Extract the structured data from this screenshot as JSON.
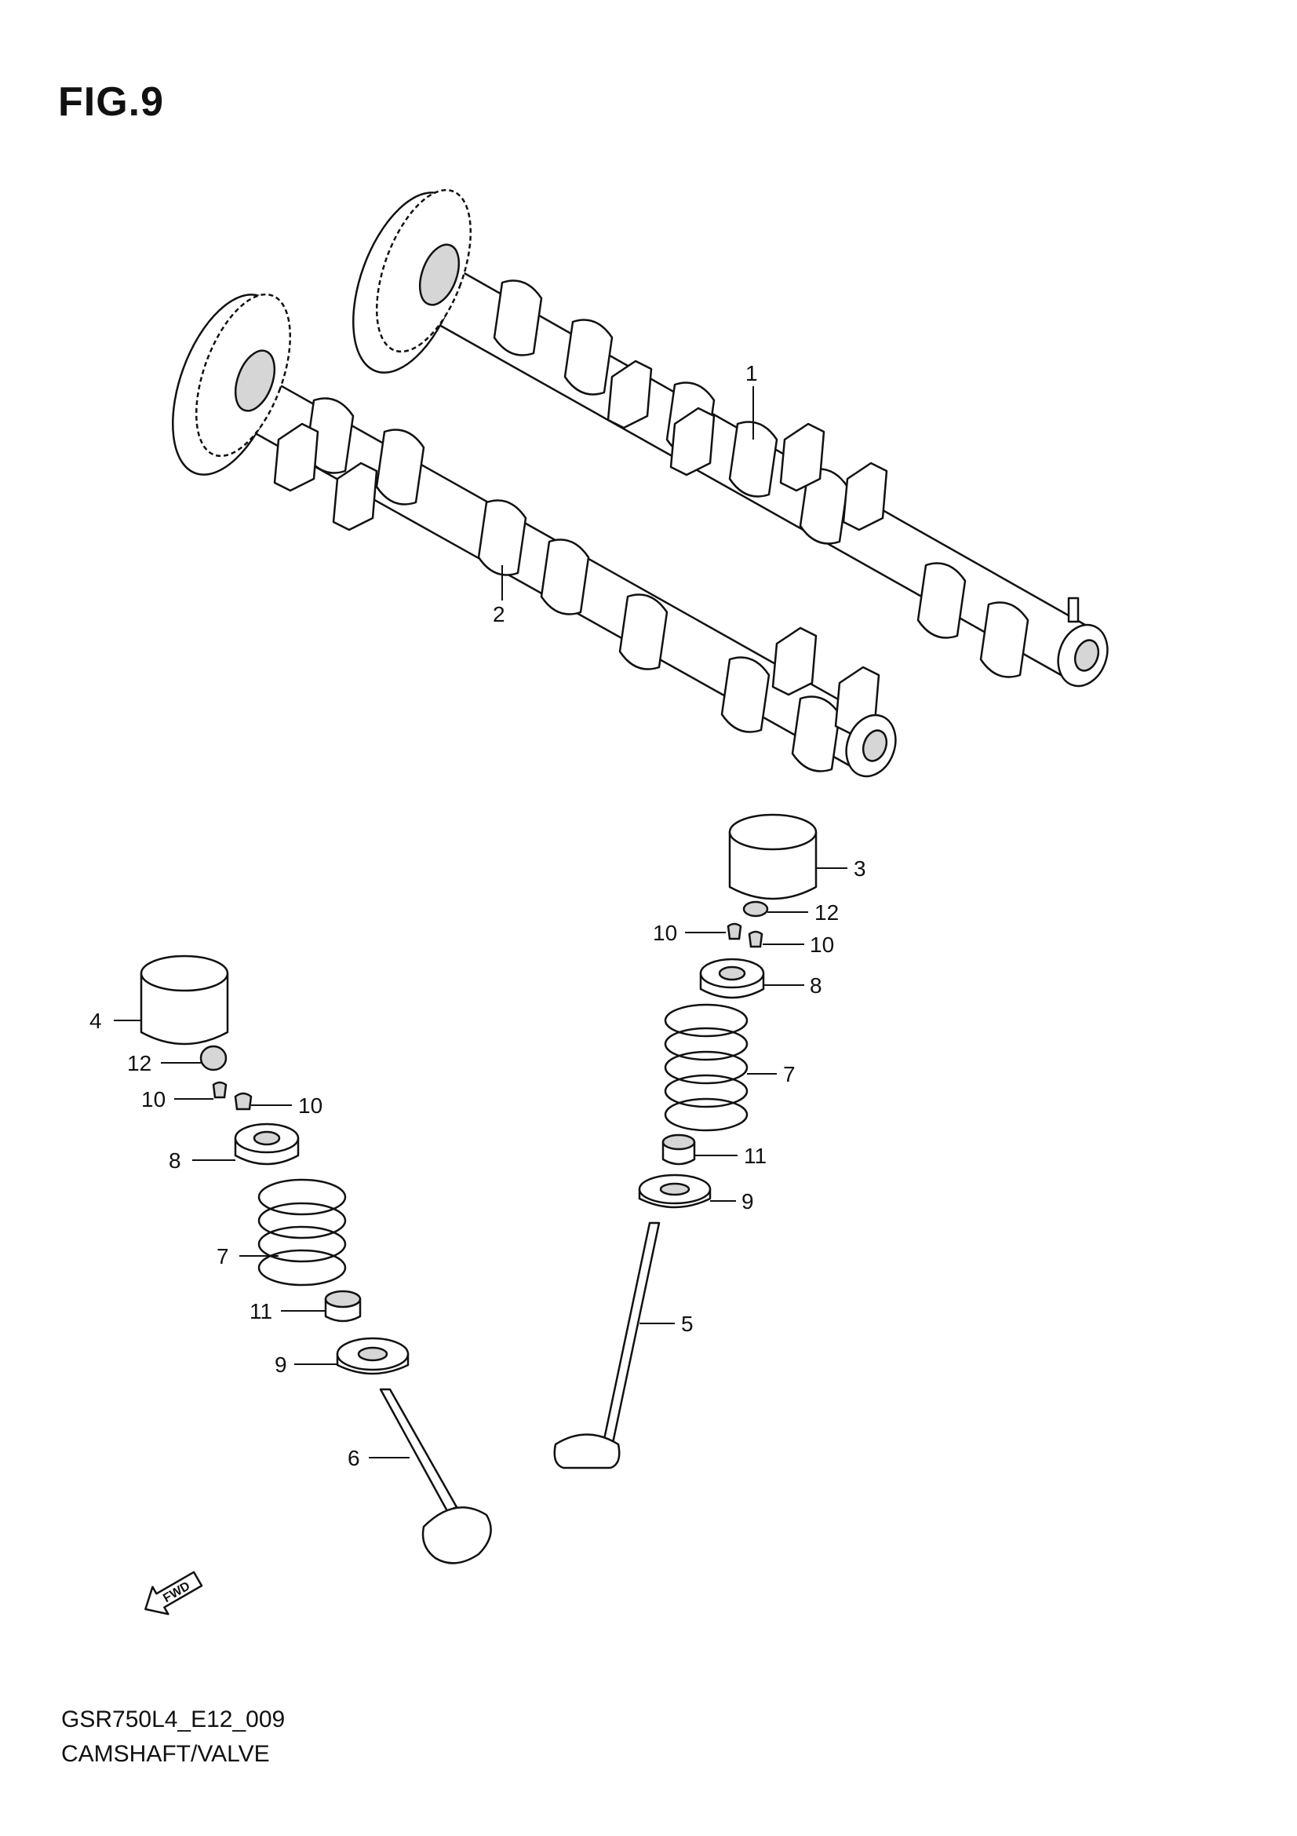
{
  "figure": {
    "title": "FIG.9",
    "code": "GSR750L4_E12_009",
    "caption": "CAMSHAFT/VALVE",
    "fwd_marker": "FWD"
  },
  "callouts": [
    {
      "id": "c1",
      "label": "1",
      "part": "intake camshaft"
    },
    {
      "id": "c2",
      "label": "2",
      "part": "exhaust camshaft"
    },
    {
      "id": "c3",
      "label": "3",
      "part": "tappet"
    },
    {
      "id": "c12a",
      "label": "12",
      "part": "shim"
    },
    {
      "id": "c10a",
      "label": "10",
      "part": "cotter"
    },
    {
      "id": "c10b",
      "label": "10",
      "part": "cotter"
    },
    {
      "id": "c8a",
      "label": "8",
      "part": "spring retainer"
    },
    {
      "id": "c7a",
      "label": "7",
      "part": "valve spring"
    },
    {
      "id": "c11a",
      "label": "11",
      "part": "stem seal"
    },
    {
      "id": "c9a",
      "label": "9",
      "part": "spring seat"
    },
    {
      "id": "c5",
      "label": "5",
      "part": "intake valve"
    },
    {
      "id": "c4",
      "label": "4",
      "part": "tappet"
    },
    {
      "id": "c12b",
      "label": "12",
      "part": "shim"
    },
    {
      "id": "c10c",
      "label": "10",
      "part": "cotter"
    },
    {
      "id": "c10d",
      "label": "10",
      "part": "cotter"
    },
    {
      "id": "c8b",
      "label": "8",
      "part": "spring retainer"
    },
    {
      "id": "c7b",
      "label": "7",
      "part": "valve spring"
    },
    {
      "id": "c11b",
      "label": "11",
      "part": "stem seal"
    },
    {
      "id": "c9b",
      "label": "9",
      "part": "spring seat"
    },
    {
      "id": "c6",
      "label": "6",
      "part": "exhaust valve"
    }
  ]
}
